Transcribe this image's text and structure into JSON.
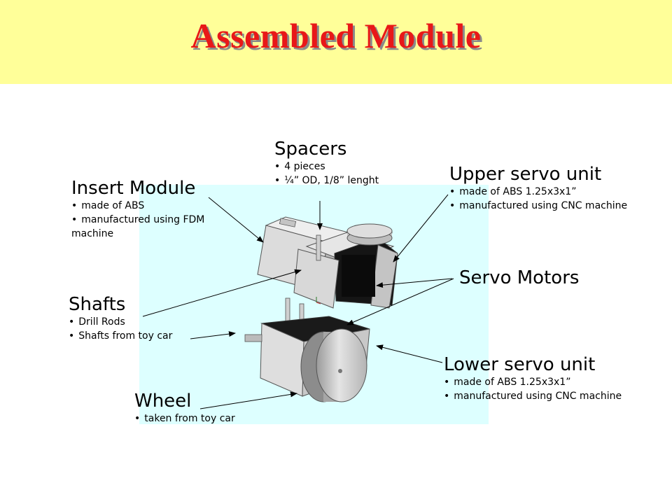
{
  "slide": {
    "title": "Assembled Module"
  },
  "labels": {
    "spacers": {
      "heading": "Spacers",
      "bullets": [
        "4 pieces",
        "¼” OD, 1/8” lenght"
      ]
    },
    "insert_module": {
      "heading": "Insert Module",
      "bullets": [
        "made of ABS",
        "manufactured using FDM machine"
      ]
    },
    "upper_servo": {
      "heading": "Upper servo unit",
      "bullets": [
        "made of ABS 1.25x3x1”",
        "manufactured using CNC machine"
      ]
    },
    "servo_motors": {
      "heading": "Servo Motors"
    },
    "shafts": {
      "heading": "Shafts",
      "bullets": [
        "Drill Rods",
        "Shafts from toy car"
      ]
    },
    "lower_servo": {
      "heading": "Lower servo unit",
      "bullets": [
        "made of ABS 1.25x3x1”",
        "manufactured using CNC machine"
      ]
    },
    "wheel": {
      "heading": "Wheel",
      "bullets": [
        "taken from toy car"
      ]
    }
  },
  "colors": {
    "title_band": "#ffff99",
    "title_text": "#e81818",
    "diagram_background": "#ddffff",
    "part_gray": "#d0d0d0",
    "servo_black": "#151515"
  }
}
